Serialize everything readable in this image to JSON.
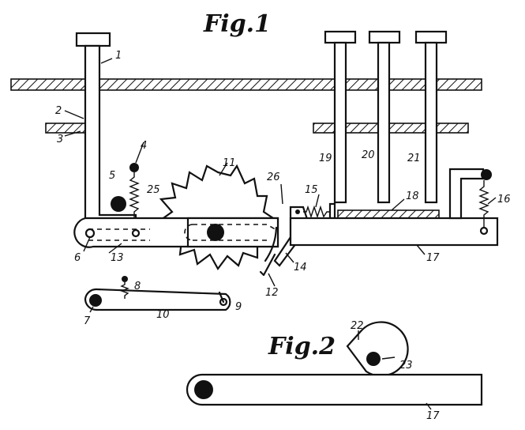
{
  "figures": [
    {
      "key": "fig1",
      "title": "Fig.1"
    },
    {
      "key": "fig2",
      "title": "Fig.2"
    }
  ],
  "reference_numerals": {
    "n1": "1",
    "n2": "2",
    "n3": "3",
    "n4": "4",
    "n5": "5",
    "n6": "6",
    "n7": "7",
    "n8": "8",
    "n9": "9",
    "n10": "10",
    "n11": "11",
    "n12": "12",
    "n13": "13",
    "n14": "14",
    "n15": "15",
    "n16": "16",
    "n17": "17",
    "n18": "18",
    "n19": "19",
    "n20": "20",
    "n21": "21",
    "n25": "25",
    "n26": "26",
    "n22": "22",
    "n23": "23",
    "n17b": "17"
  },
  "colors": {
    "ink": "#111111",
    "paper": "#ffffff"
  }
}
